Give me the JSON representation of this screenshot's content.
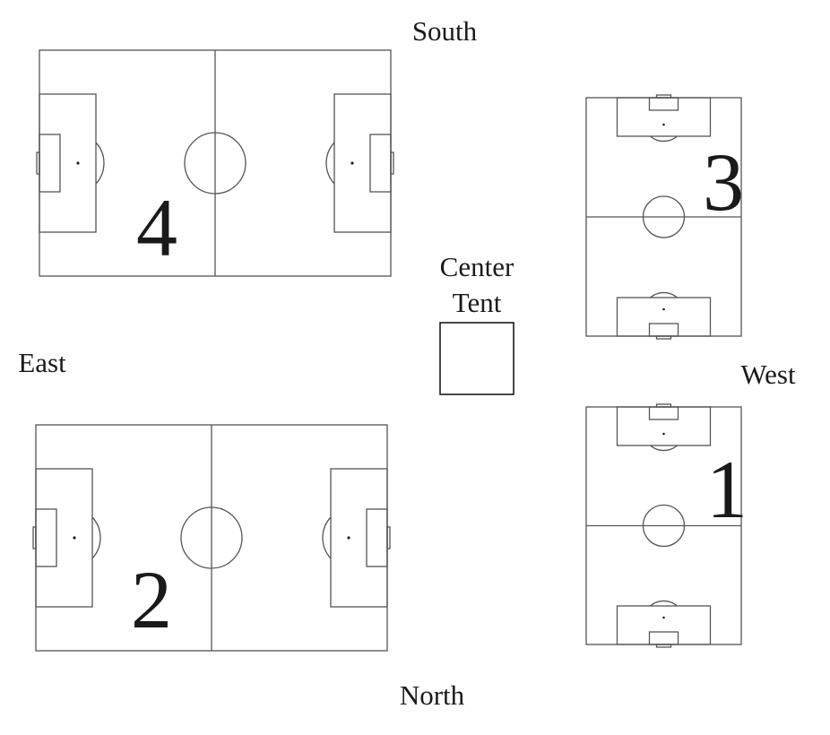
{
  "directions": {
    "south": "South",
    "north": "North",
    "east": "East",
    "west": "West"
  },
  "center_tent": {
    "line1": "Center",
    "line2": "Tent"
  },
  "fields": {
    "field_4": {
      "number": "4",
      "orientation": "horizontal"
    },
    "field_2": {
      "number": "2",
      "orientation": "horizontal"
    },
    "field_3": {
      "number": "3",
      "orientation": "vertical"
    },
    "field_1": {
      "number": "1",
      "orientation": "vertical"
    }
  },
  "colors": {
    "line": "#555555",
    "text": "#1a1a1a",
    "background": "#ffffff"
  }
}
